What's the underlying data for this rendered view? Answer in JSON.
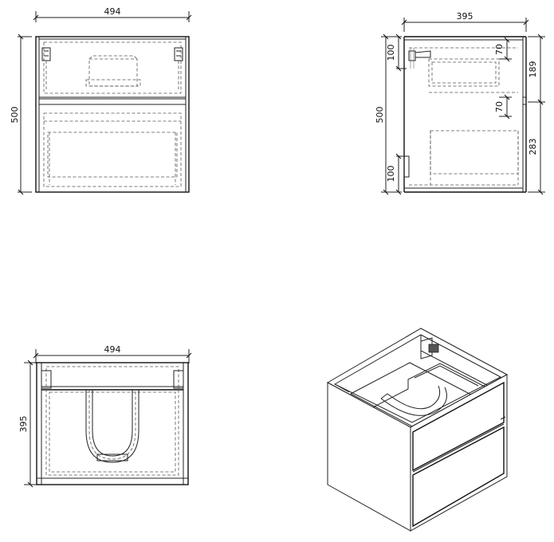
{
  "front_view": {
    "width_label": "494",
    "height_label": "500"
  },
  "side_view": {
    "width_label": "395",
    "height_label": "500",
    "top_offset_label": "100",
    "bottom_offset_label": "100",
    "drawer_gap_top_label": "70",
    "drawer_gap_mid_label": "70",
    "upper_drawer_label": "189",
    "lower_drawer_label": "283"
  },
  "top_view": {
    "width_label": "494",
    "depth_label": "395"
  }
}
